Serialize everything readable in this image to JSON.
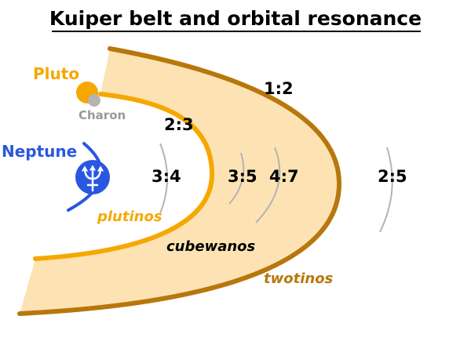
{
  "title": "Kuiper belt and orbital resonance",
  "bodies": {
    "pluto": "Pluto",
    "charon": "Charon",
    "neptune": "Neptune"
  },
  "resonances": {
    "r12": "1:2",
    "r23": "2:3",
    "r34": "3:4",
    "r35": "3:5",
    "r47": "4:7",
    "r25": "2:5"
  },
  "populations": {
    "plutinos": "plutinos",
    "cubewanos": "cubewanos",
    "twotinos": "twotinos"
  },
  "colors": {
    "belt_fill": "#fde3b4",
    "twotino_orbit": "#b8770c",
    "plutino_orbit": "#f5a800",
    "pluto": "#f5a800",
    "charon": "#b3b3b3",
    "neptune": "#2957e0",
    "resonance_arcs": "#b3b3b3",
    "title_underline": "#000000"
  },
  "icons": {
    "neptune": "trident-icon"
  }
}
